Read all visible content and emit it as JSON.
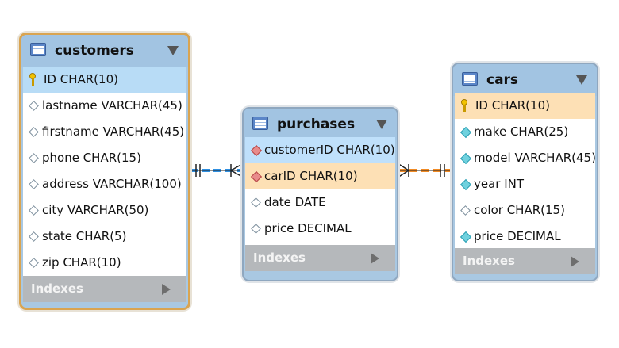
{
  "diagram": {
    "tables": [
      {
        "name": "customers",
        "columns": [
          {
            "text": "ID CHAR(10)",
            "icon": "primary-key-icon"
          },
          {
            "text": "lastname VARCHAR(45)",
            "icon": "nullable-column-icon"
          },
          {
            "text": "firstname VARCHAR(45)",
            "icon": "nullable-column-icon"
          },
          {
            "text": "phone CHAR(15)",
            "icon": "nullable-column-icon"
          },
          {
            "text": "address VARCHAR(100)",
            "icon": "nullable-column-icon"
          },
          {
            "text": "city VARCHAR(50)",
            "icon": "nullable-column-icon"
          },
          {
            "text": "state CHAR(5)",
            "icon": "nullable-column-icon"
          },
          {
            "text": "zip CHAR(10)",
            "icon": "nullable-column-icon"
          }
        ],
        "indexes_label": "Indexes"
      },
      {
        "name": "purchases",
        "columns": [
          {
            "text": "customerID CHAR(10)",
            "icon": "foreign-key-icon"
          },
          {
            "text": "carID CHAR(10)",
            "icon": "foreign-key-icon"
          },
          {
            "text": "date DATE",
            "icon": "nullable-column-icon"
          },
          {
            "text": "price DECIMAL",
            "icon": "nullable-column-icon"
          }
        ],
        "indexes_label": "Indexes"
      },
      {
        "name": "cars",
        "columns": [
          {
            "text": "ID CHAR(10)",
            "icon": "primary-key-icon"
          },
          {
            "text": "make CHAR(25)",
            "icon": "not-null-column-icon"
          },
          {
            "text": "model VARCHAR(45)",
            "icon": "not-null-column-icon"
          },
          {
            "text": "year INT",
            "icon": "not-null-column-icon"
          },
          {
            "text": "color CHAR(15)",
            "icon": "nullable-column-icon"
          },
          {
            "text": "price DECIMAL",
            "icon": "not-null-column-icon"
          }
        ],
        "indexes_label": "Indexes"
      }
    ],
    "relationships": [
      {
        "from": "customers",
        "to": "purchases",
        "color": "#2f8fe0"
      },
      {
        "from": "purchases",
        "to": "cars",
        "color": "#f08a24"
      }
    ],
    "colors": {
      "selected_border": "#d9a451",
      "header_blue": "#a2c4e2",
      "indexes_gray": "#b5b8bb"
    }
  }
}
